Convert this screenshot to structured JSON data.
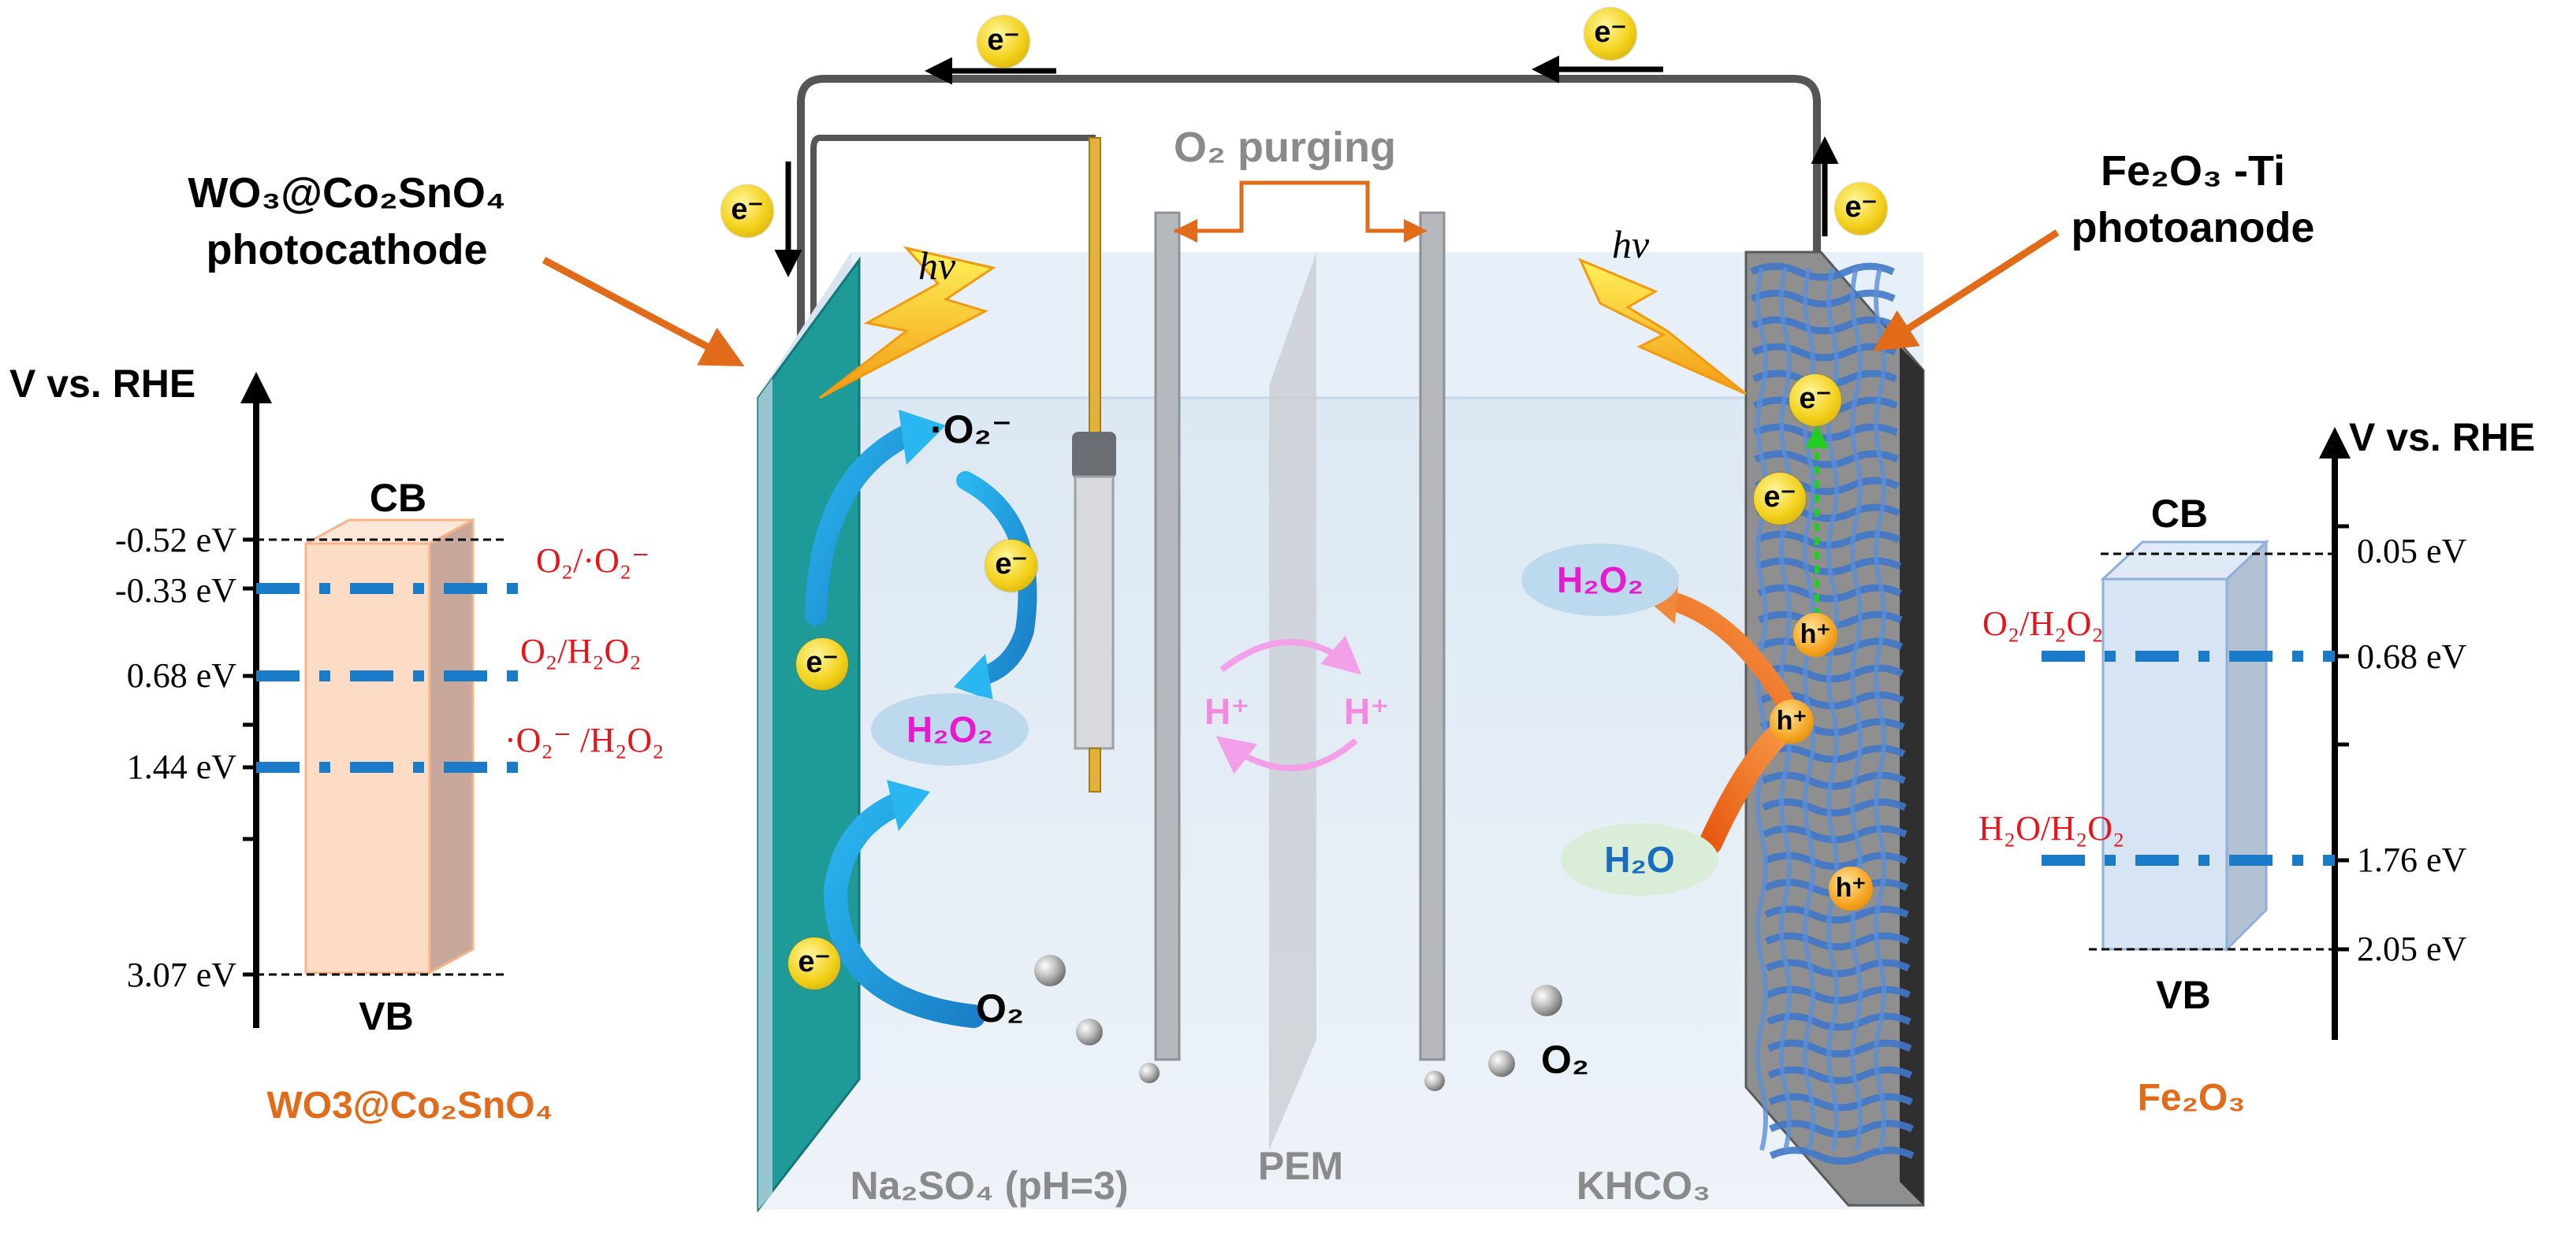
{
  "labels": {
    "cathode_name": "WO₃@Co₂SnO₄",
    "cathode_role": "photocathode",
    "anode_name": "Fe₂O₃ -Ti",
    "anode_role": "photoanode",
    "o2_purging": "O₂ purging",
    "electron": "e⁻",
    "hole": "h⁺",
    "hv": "hv",
    "superoxide": "·O₂⁻",
    "h2o2": "H₂O₂",
    "h2o": "H₂O",
    "o2": "O₂",
    "proton": "H⁺",
    "pem": "PEM",
    "cathode_electrolyte": "Na₂SO₄ (pH=3)",
    "anode_electrolyte": "KHCO₃"
  },
  "left_band": {
    "axis_label": "V vs. RHE",
    "cb": "CB",
    "vb": "VB",
    "material": "WO3@Co₂SnO₄",
    "ticks": [
      "-0.52 eV",
      "-0.33 eV",
      "0.68 eV",
      "1.44 eV",
      "3.07 eV"
    ],
    "couples": [
      "O₂/·O₂⁻",
      "O₂/H₂O₂",
      "·O₂⁻ /H₂O₂"
    ]
  },
  "right_band": {
    "axis_label": "V vs. RHE",
    "cb": "CB",
    "vb": "VB",
    "material": "Fe₂O₃",
    "ticks": [
      "0.05 eV",
      "0.68 eV",
      "1.76 eV",
      "2.05 eV"
    ],
    "couples": [
      "O₂/H₂O₂",
      "H₂O/H₂O₂"
    ]
  },
  "colors": {
    "cathode_plate": "#1e9a99",
    "anode_plate": "#8f8f8f",
    "mesh": "#3f78c8",
    "cathode_band": "#fddcc6",
    "anode_band": "#d6e4f4",
    "redox_line": "#1a7cc9",
    "couple_text": "#e8141a",
    "orange_text": "#e26b1a",
    "h2o2_text": "#e81ad0",
    "h2o_text": "#1a6cc0"
  }
}
